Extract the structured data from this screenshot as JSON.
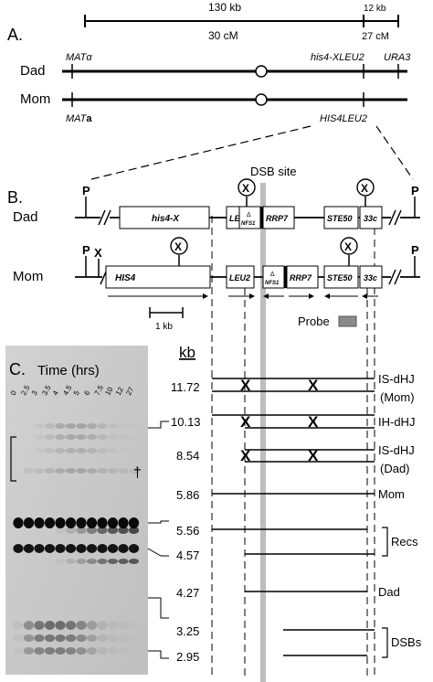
{
  "panel_a": {
    "label": "A.",
    "scale_130kb": "130 kb",
    "scale_30cm": "30 cM",
    "scale_12kb": "12 kb",
    "scale_27cm": "27 cM",
    "dad_label": "Dad",
    "mom_label": "Mom",
    "mat_alpha": "MATα",
    "mat_a_prefix": "MAT",
    "mat_a_suffix": "a",
    "his4x_leu2": "his4-XLEU2",
    "ura3": "URA3",
    "his4_leu2": "HIS4LEU2"
  },
  "panel_b": {
    "label": "B.",
    "dsb_site": "DSB site",
    "dad_label": "Dad",
    "mom_label": "Mom",
    "site_p": "P",
    "site_x": "X",
    "genes": {
      "his4x": "his4-X",
      "his4": "HIS4",
      "leu2": "LEU2",
      "delta": "Δ",
      "nfs1": "NFS1",
      "rrp7": "RRP7",
      "ste50": "STE50",
      "g33c": "33c"
    },
    "scalebar": "1 kb",
    "probe": "Probe",
    "probe_color": "#8a8a8a"
  },
  "panel_c": {
    "label": "C.",
    "title": "Time (hrs)",
    "timepoints": [
      "0",
      "2.5",
      "3",
      "3.5",
      "4",
      "4.5",
      "5",
      "6",
      "7.5",
      "10",
      "12",
      "27"
    ],
    "dagger": "†",
    "kb_header": "kb",
    "sizes": [
      "11.72",
      "10.13",
      "8.54",
      "5.86",
      "5.56",
      "4.57",
      "4.27",
      "3.25",
      "2.95"
    ],
    "species": {
      "is_dhj": "IS-dHJ",
      "mom_paren": "(Mom)",
      "ih_dhj": "IH-dHJ",
      "dad_paren": "(Dad)",
      "mom": "Mom",
      "recs": "Recs",
      "dad": "Dad",
      "dsbs": "DSBs"
    },
    "cross_mark": "X"
  }
}
